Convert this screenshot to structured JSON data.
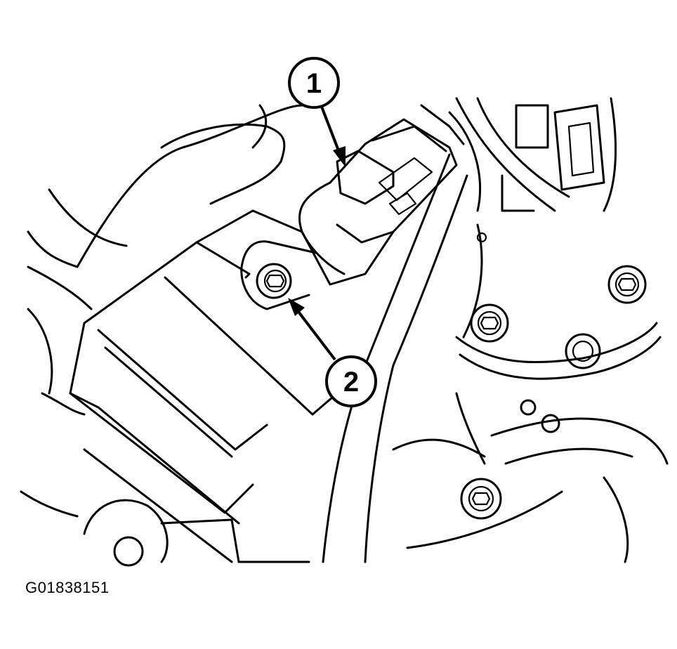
{
  "figure": {
    "id_label": "G01838151",
    "callouts": [
      {
        "number": "1"
      },
      {
        "number": "2"
      }
    ]
  }
}
